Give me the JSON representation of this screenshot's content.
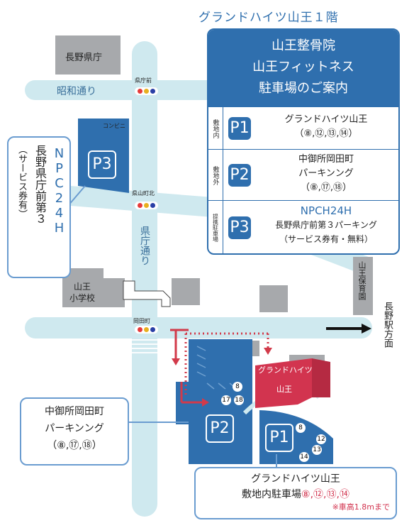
{
  "title": "グランドハイツ山王１階",
  "info_box": {
    "heading": [
      "山王整骨院",
      "山王フィットネス",
      "駐車場のご案内"
    ],
    "rows": [
      {
        "tag": "敷地内",
        "badge": "P1",
        "line1": "グランドハイツ山王",
        "line2": "（⑧,⑫,⑬,⑭）"
      },
      {
        "tag": "敷地外",
        "badge": "P2",
        "line1": "中御所岡田町",
        "line2": "パーキンング",
        "line3": "（⑧,⑰,⑱）"
      },
      {
        "tag": "提携駐車場",
        "badge": "P3",
        "line1": "NPCH24H",
        "line2": "長野県庁前第３パーキング",
        "line3": "（サービス券有・無料）"
      }
    ]
  },
  "roads": {
    "showa": "昭和通り",
    "kencho": "県庁通り"
  },
  "buildings": {
    "pref_office": "長野県庁",
    "school": "山王\n小学校",
    "nursery": "山王保育園",
    "convenience": "コンビニ",
    "grand_heights": "グランドハイツ",
    "grand_heights_2": "山王"
  },
  "signals": {
    "kenchomae": "県庁前",
    "kenchokita": "県山町北",
    "okadamachi": "岡田町"
  },
  "direction": "長野駅方面",
  "p3_lot": {
    "badge": "P3"
  },
  "p2_lot": {
    "badge": "P2",
    "spaces": [
      "8",
      "17",
      "18"
    ]
  },
  "p1_lot": {
    "badge": "P1",
    "spaces": [
      "8",
      "12",
      "13",
      "14"
    ]
  },
  "callouts": {
    "npc": {
      "line1": "NPC24H",
      "line2": "長野県庁前第３",
      "line3": "（サービス券有）"
    },
    "p2": {
      "line1": "中御所岡田町",
      "line2": "パーキンング",
      "line3": "（⑧,⑰,⑱）"
    },
    "p1": {
      "line1": "グランドハイツ山王",
      "line2_prefix": "敷地内駐車場",
      "line2_nums": "⑧,⑫,⑬,⑭",
      "note": "※車高1.8mまで"
    }
  },
  "colors": {
    "road": "#cfe9ef",
    "blue": "#2f6fae",
    "building": "#a7a9ac",
    "pink": "#d2344f",
    "arrow_red": "#d23a4a"
  }
}
